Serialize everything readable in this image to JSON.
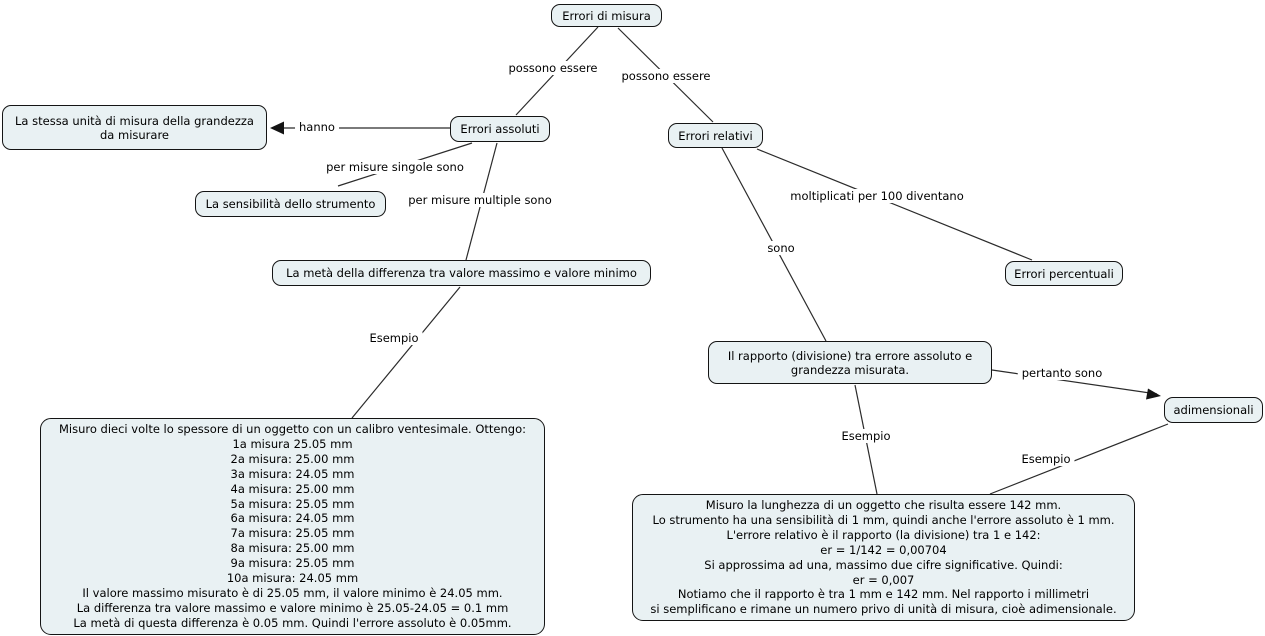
{
  "colors": {
    "background": "#ffffff",
    "node_fill": "#e9f1f3",
    "node_border": "#141414",
    "edge_line": "#2b2b2b",
    "text": "#000000"
  },
  "nodes": {
    "errori_di_misura": {
      "label": "Errori di misura"
    },
    "errori_assoluti": {
      "label": "Errori assoluti"
    },
    "errori_relativi": {
      "label": "Errori relativi"
    },
    "stessa_unita": {
      "label": "La stessa unità di misura della grandezza da misurare"
    },
    "sensibilita": {
      "label": "La sensibilità dello strumento"
    },
    "meta_differenza": {
      "label": "La metà della differenza tra valore massimo e valore minimo"
    },
    "errori_percentuali": {
      "label": "Errori percentuali"
    },
    "rapporto": {
      "label": "Il rapporto (divisione) tra errore assoluto e grandezza misurata."
    },
    "adimensionali": {
      "label": "adimensionali"
    }
  },
  "edge_labels": {
    "possono_essere_sx": "possono essere",
    "possono_essere_dx": "possono essere",
    "hanno": "hanno",
    "misure_singole": "per misure singole sono",
    "misure_multiple": "per misure multiple sono",
    "esempio_sx": "Esempio",
    "sono": "sono",
    "moltiplicati": "moltiplicati per 100 diventano",
    "pertanto_sono": "pertanto sono",
    "esempio_centro": "Esempio",
    "esempio_dx": "Esempio"
  },
  "left_example": {
    "lines": [
      "Misuro dieci volte lo spessore di un oggetto con un calibro ventesimale. Ottengo:",
      "1a misura 25.05 mm",
      "2a misura: 25.00 mm",
      "3a misura: 24.05 mm",
      "4a misura: 25.00 mm",
      "5a misura: 25.05 mm",
      "6a misura: 24.05 mm",
      "7a misura: 25.05 mm",
      "8a misura: 25.00 mm",
      "9a misura: 25.05 mm",
      "10a misura: 24.05 mm",
      "Il valore massimo misurato è di 25.05 mm, il valore minimo è 24.05 mm.",
      "La differenza tra valore massimo e valore minimo è 25.05-24.05 = 0.1 mm",
      "La metà di questa differenza è 0.05 mm. Quindi l'errore assoluto è 0.05mm."
    ]
  },
  "right_example": {
    "lines": [
      "Misuro la lunghezza di un oggetto che risulta essere 142 mm.",
      "Lo strumento ha una sensibilità di 1 mm, quindi anche l'errore assoluto è 1 mm.",
      "L'errore relativo è il rapporto (la divisione) tra 1 e 142:",
      "er = 1/142 = 0,00704",
      "Si approssima ad una, massimo due cifre significative. Quindi:",
      "er = 0,007",
      "Notiamo che il rapporto è tra 1 mm e 142 mm. Nel rapporto i millimetri",
      "si semplificano e rimane un numero privo di unità di misura, cioè adimensionale."
    ]
  }
}
